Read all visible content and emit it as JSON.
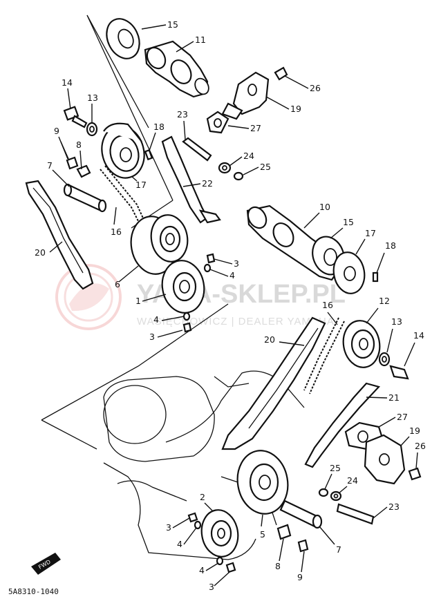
{
  "diagram": {
    "callouts": [
      {
        "id": "c15a",
        "label": "15"
      },
      {
        "id": "c11",
        "label": "11"
      },
      {
        "id": "c14a",
        "label": "14"
      },
      {
        "id": "c13a",
        "label": "13"
      },
      {
        "id": "c26a",
        "label": "26"
      },
      {
        "id": "c19a",
        "label": "19"
      },
      {
        "id": "c9a",
        "label": "9"
      },
      {
        "id": "c8a",
        "label": "8"
      },
      {
        "id": "c18a",
        "label": "18"
      },
      {
        "id": "c23a",
        "label": "23"
      },
      {
        "id": "c27a",
        "label": "27"
      },
      {
        "id": "c7a",
        "label": "7"
      },
      {
        "id": "c24a",
        "label": "24"
      },
      {
        "id": "c25a",
        "label": "25"
      },
      {
        "id": "c17a",
        "label": "17"
      },
      {
        "id": "c22",
        "label": "22"
      },
      {
        "id": "c16a",
        "label": "16"
      },
      {
        "id": "c10",
        "label": "10"
      },
      {
        "id": "c15b",
        "label": "15"
      },
      {
        "id": "c20a",
        "label": "20"
      },
      {
        "id": "c17b",
        "label": "17"
      },
      {
        "id": "c18b",
        "label": "18"
      },
      {
        "id": "c3a",
        "label": "3"
      },
      {
        "id": "c4a",
        "label": "4"
      },
      {
        "id": "c6",
        "label": "6"
      },
      {
        "id": "c1",
        "label": "1"
      },
      {
        "id": "c16b",
        "label": "16"
      },
      {
        "id": "c12",
        "label": "12"
      },
      {
        "id": "c4b",
        "label": "4"
      },
      {
        "id": "c3b",
        "label": "3"
      },
      {
        "id": "c13b",
        "label": "13"
      },
      {
        "id": "c14b",
        "label": "14"
      },
      {
        "id": "c20b",
        "label": "20"
      },
      {
        "id": "c21",
        "label": "21"
      },
      {
        "id": "c27b",
        "label": "27"
      },
      {
        "id": "c19b",
        "label": "19"
      },
      {
        "id": "c26b",
        "label": "26"
      },
      {
        "id": "c25b",
        "label": "25"
      },
      {
        "id": "c24b",
        "label": "24"
      },
      {
        "id": "c23b",
        "label": "23"
      },
      {
        "id": "c2",
        "label": "2"
      },
      {
        "id": "c3c",
        "label": "3"
      },
      {
        "id": "c4c",
        "label": "4"
      },
      {
        "id": "c5",
        "label": "5"
      },
      {
        "id": "c7b",
        "label": "7"
      },
      {
        "id": "c8b",
        "label": "8"
      },
      {
        "id": "c9b",
        "label": "9"
      },
      {
        "id": "c4d",
        "label": "4"
      },
      {
        "id": "c3d",
        "label": "3"
      }
    ],
    "fwd_label": "FWD",
    "drawing_code": "5A8310-1040"
  },
  "watermark": {
    "main": "YAMA-SKLEP.PL",
    "sub": "WASIĘCHOWICZ | DEALER YAMAHA"
  }
}
